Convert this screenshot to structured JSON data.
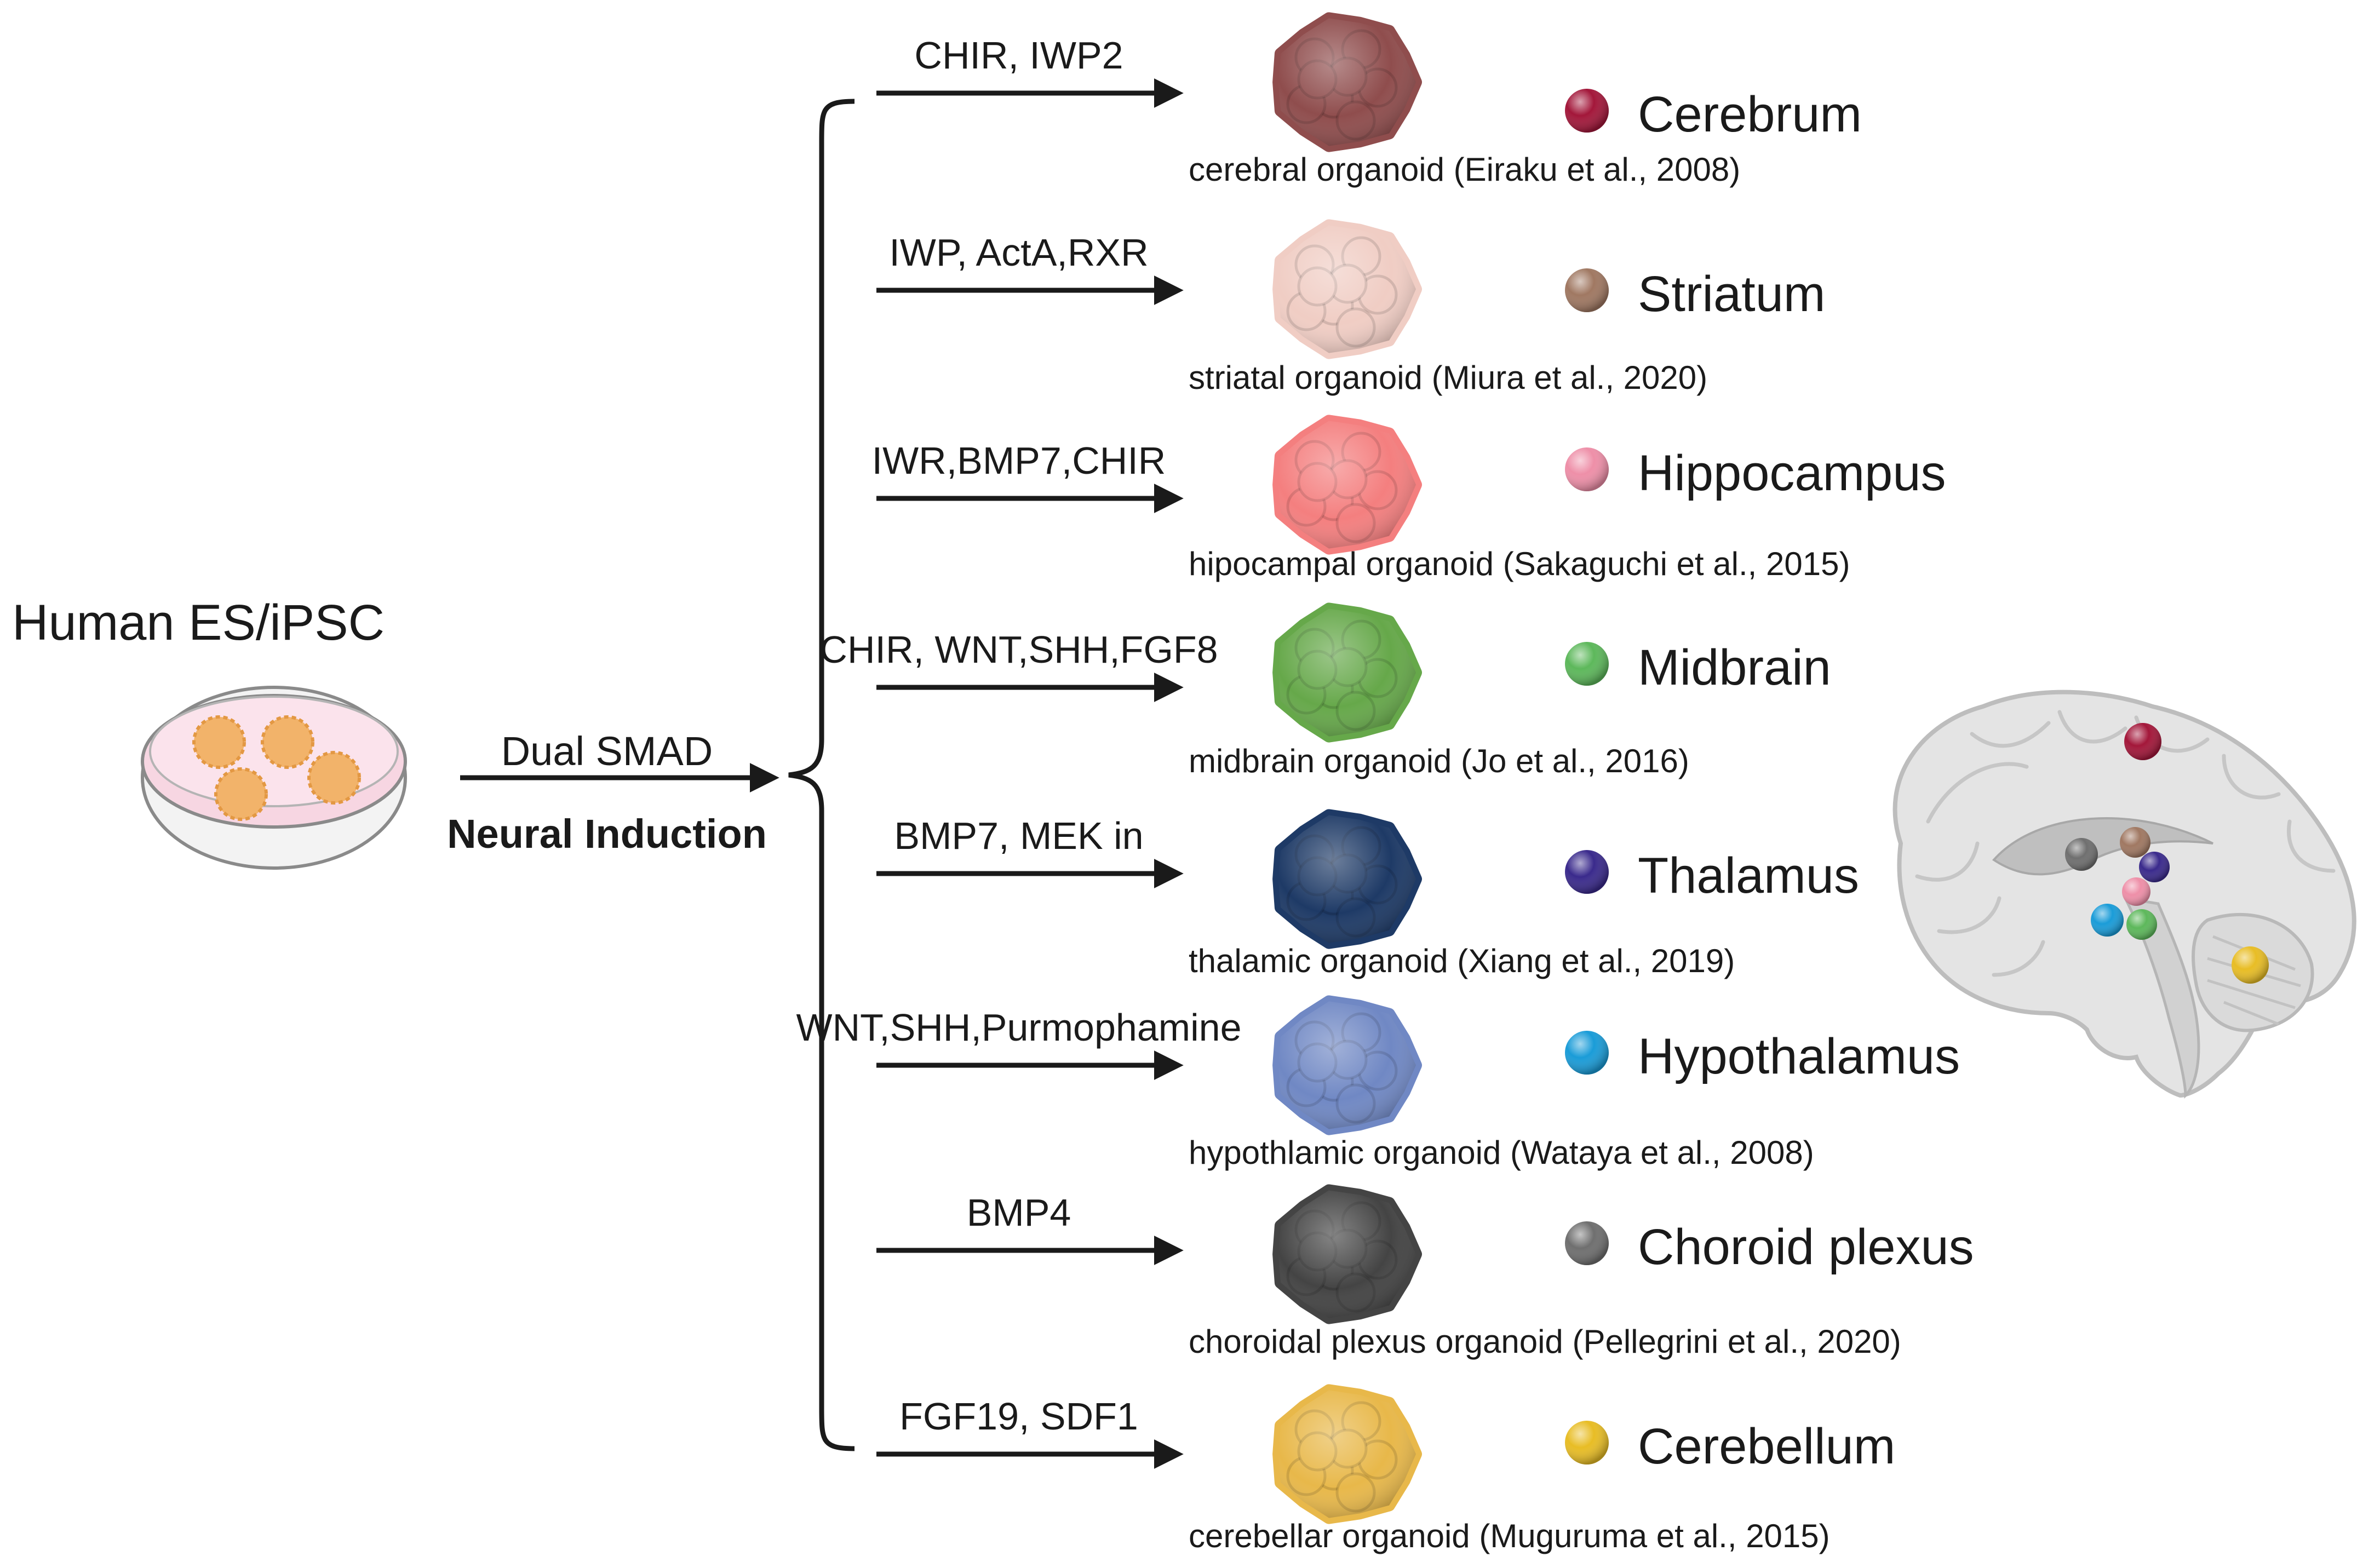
{
  "source": {
    "label": "Human ES/iPSC"
  },
  "induction": {
    "step_label": "Dual SMAD",
    "step_caption": "Neural Induction"
  },
  "branches": [
    {
      "factors": "CHIR, IWP2",
      "organoid": "cerebral organoid (Eiraku et al., 2008)",
      "region": "Cerebrum",
      "organoid_color": "#8f4d4d",
      "dot_color": "#a3173a"
    },
    {
      "factors": "IWP, ActA,RXR",
      "organoid": "striatal organoid (Miura et al., 2020)",
      "region": "Striatum",
      "organoid_color": "#f0cdc4",
      "dot_color": "#a07862"
    },
    {
      "factors": "IWR,BMP7,CHIR",
      "organoid": "hipocampal organoid (Sakaguchi et al., 2015)",
      "region": "Hippocampus",
      "organoid_color": "#f47f7f",
      "dot_color": "#ee8fa8"
    },
    {
      "factors": "CHIR, WNT,SHH,FGF8",
      "organoid": "midbrain organoid (Jo et al., 2016)",
      "region": "Midbrain",
      "organoid_color": "#66a84a",
      "dot_color": "#5db85b"
    },
    {
      "factors": "BMP7, MEK in",
      "organoid": "thalamic organoid (Xiang et al., 2019)",
      "region": "Thalamus",
      "organoid_color": "#1e3a66",
      "dot_color": "#3a2a8c"
    },
    {
      "factors": "WNT,SHH,Purmophamine",
      "organoid": "hypothlamic organoid (Wataya et al., 2008)",
      "region": "Hypothalamus",
      "organoid_color": "#7088c4",
      "dot_color": "#1a9cd8"
    },
    {
      "factors": "BMP4",
      "organoid": "choroidal plexus organoid (Pellegrini et al., 2020)",
      "region": "Choroid plexus",
      "organoid_color": "#444444",
      "dot_color": "#6f6f6f"
    },
    {
      "factors": "FGF19, SDF1",
      "organoid": "cerebellar organoid (Muguruma et al., 2015)",
      "region": "Cerebellum",
      "organoid_color": "#e8b84a",
      "dot_color": "#e8bd25"
    }
  ],
  "icons": {
    "dish": "petri-dish-with-cell-colonies",
    "brain": "sagittal-brain-illustration"
  }
}
